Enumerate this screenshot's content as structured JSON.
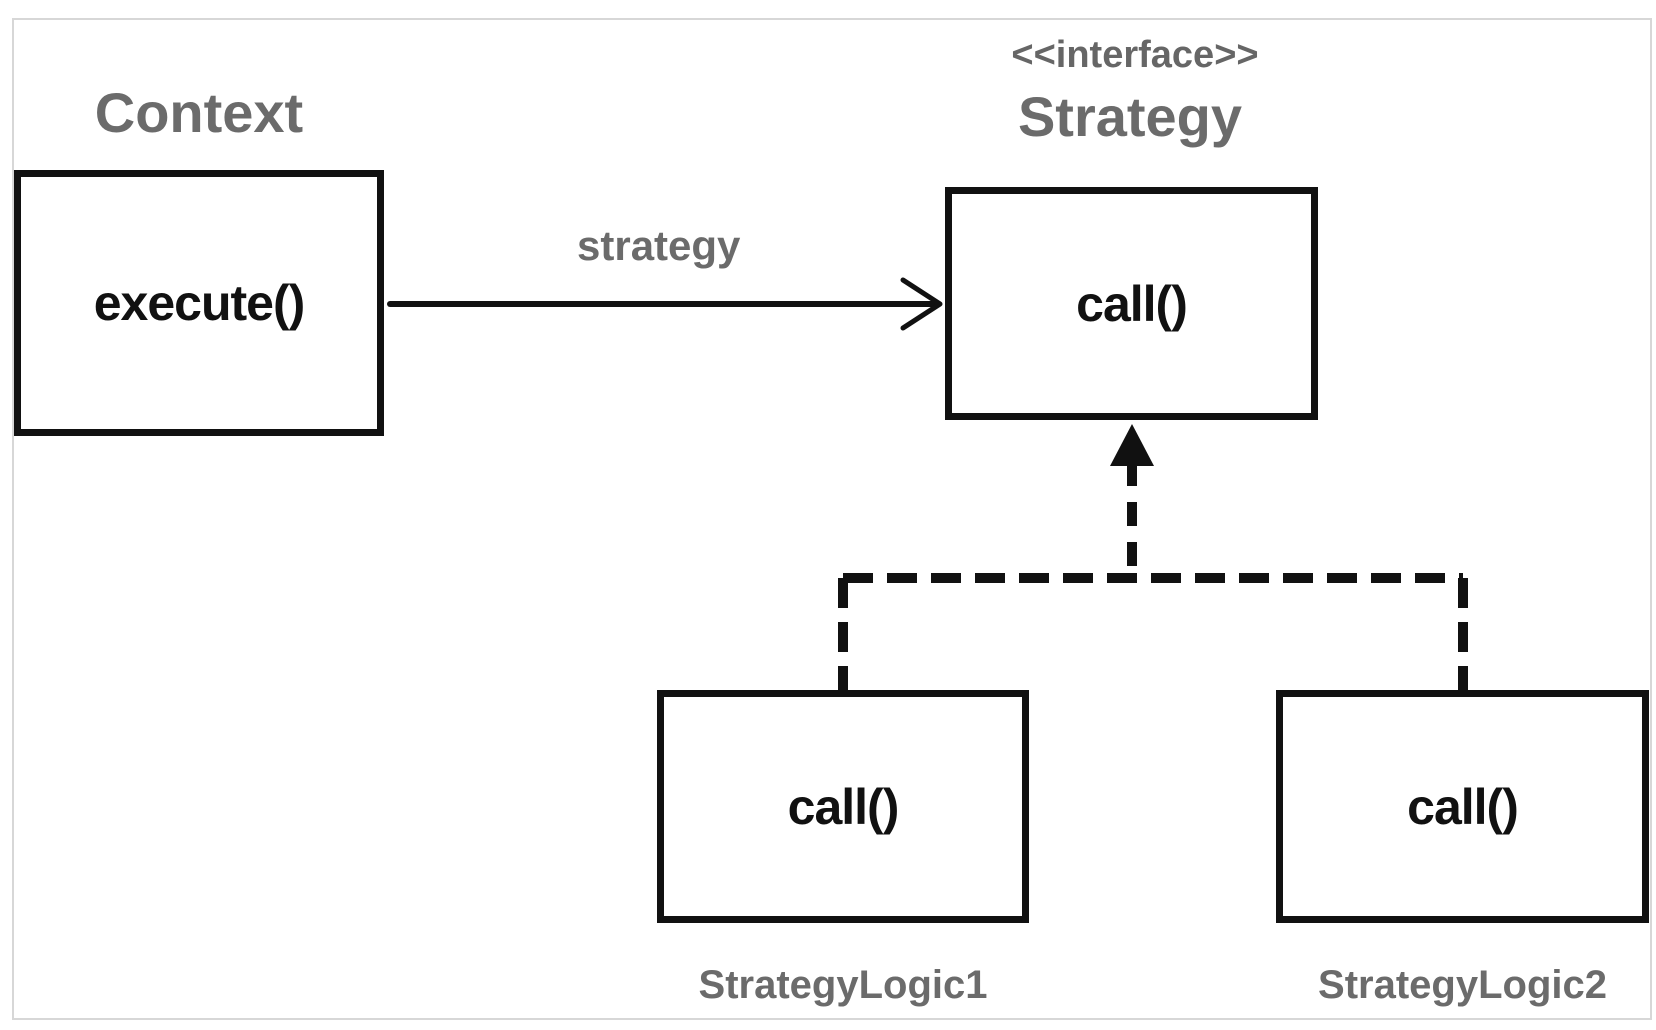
{
  "context": {
    "title": "Context",
    "method": "execute()"
  },
  "strategy": {
    "stereotype": "<<interface>>",
    "title": "Strategy",
    "method": "call()"
  },
  "association": {
    "label": "strategy"
  },
  "implementations": [
    {
      "name": "StrategyLogic1",
      "method": "call()"
    },
    {
      "name": "StrategyLogic2",
      "method": "call()"
    }
  ],
  "colors": {
    "border": "#111111",
    "title_text": "#6b6b6b",
    "frame": "#d7d7d7"
  }
}
